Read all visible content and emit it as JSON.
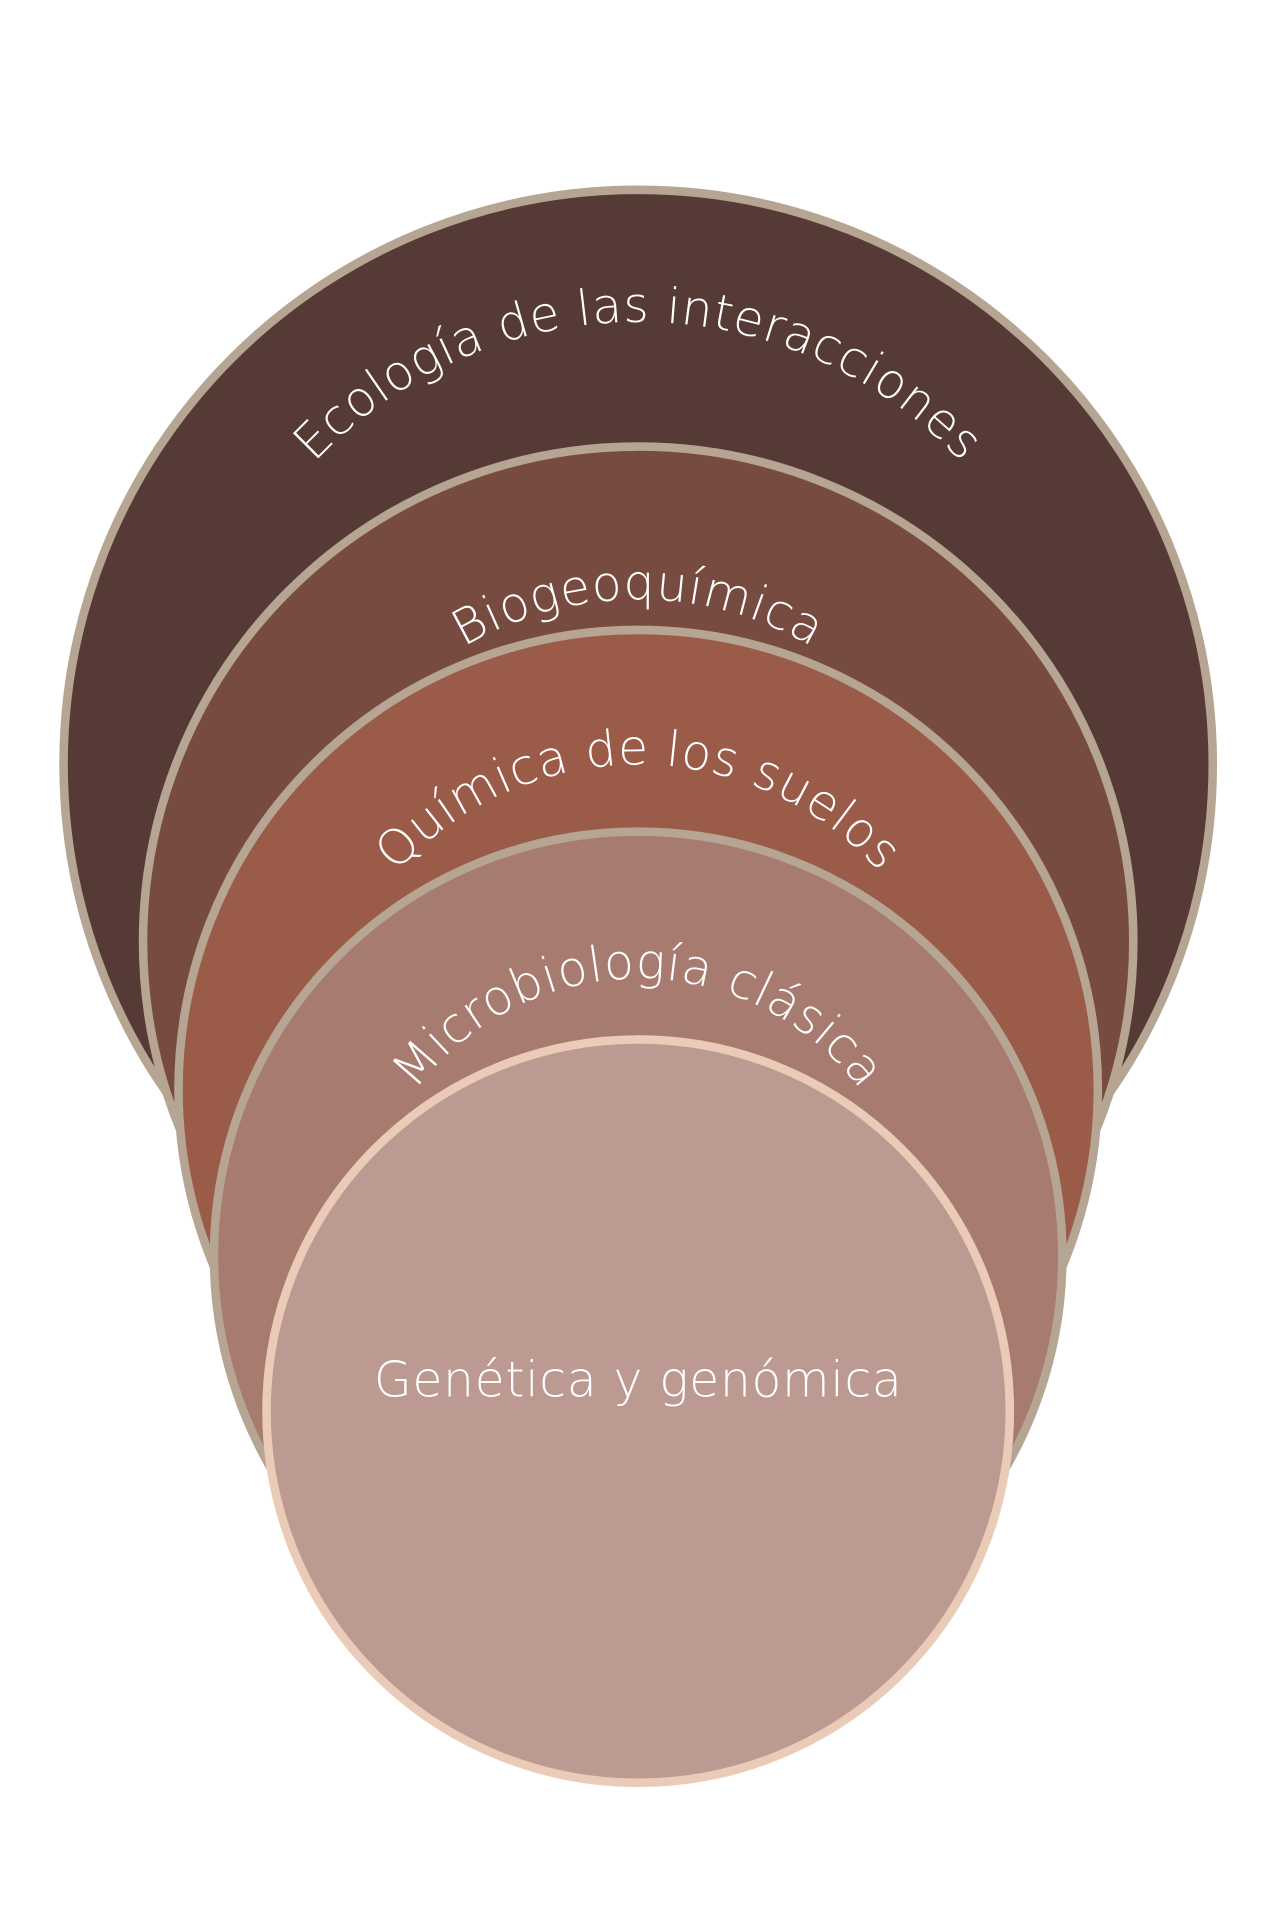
{
  "layers": [
    {
      "label": "Ecología de las interacciones",
      "fill": "#563a35",
      "stroke": "#b5a592"
    },
    {
      "label": "Biogeoquímica",
      "fill": "#774b40",
      "stroke": "#b5a592"
    },
    {
      "label": "Química de los suelos",
      "fill": "#9a5b49",
      "stroke": "#b5a592"
    },
    {
      "label": "Microbiología clásica",
      "fill": "#a87b70",
      "stroke": "#b5a592"
    },
    {
      "label": "Genética y genómica",
      "fill": "#bc9a91",
      "stroke": "#eacbb8"
    }
  ]
}
